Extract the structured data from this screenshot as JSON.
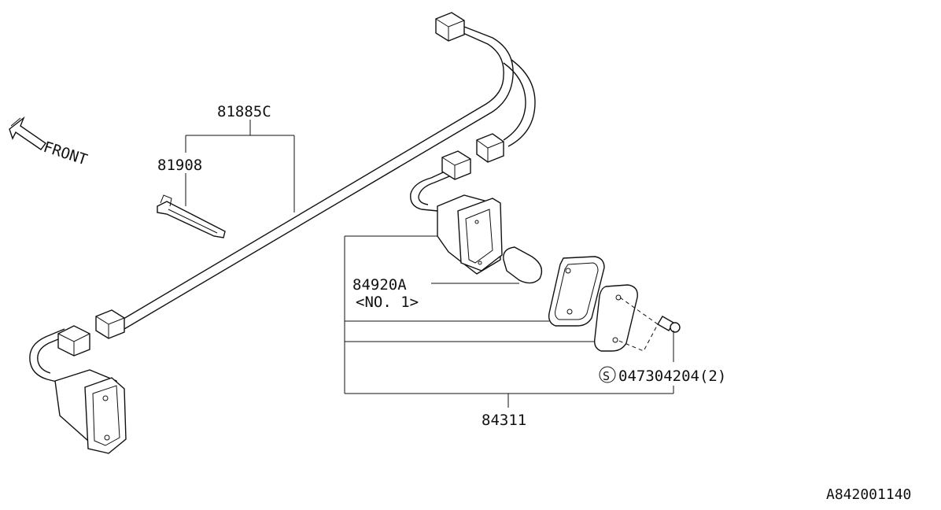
{
  "diagram": {
    "direction_label": "FRONT",
    "diagram_id": "A842001140",
    "parts": {
      "harness": "81885C",
      "clip": "81908",
      "lamp": "84920A",
      "lamp_note": "<NO. 1>",
      "screw_symbol": "S",
      "screw": "047304204(2)",
      "lens_assembly": "84311"
    }
  }
}
